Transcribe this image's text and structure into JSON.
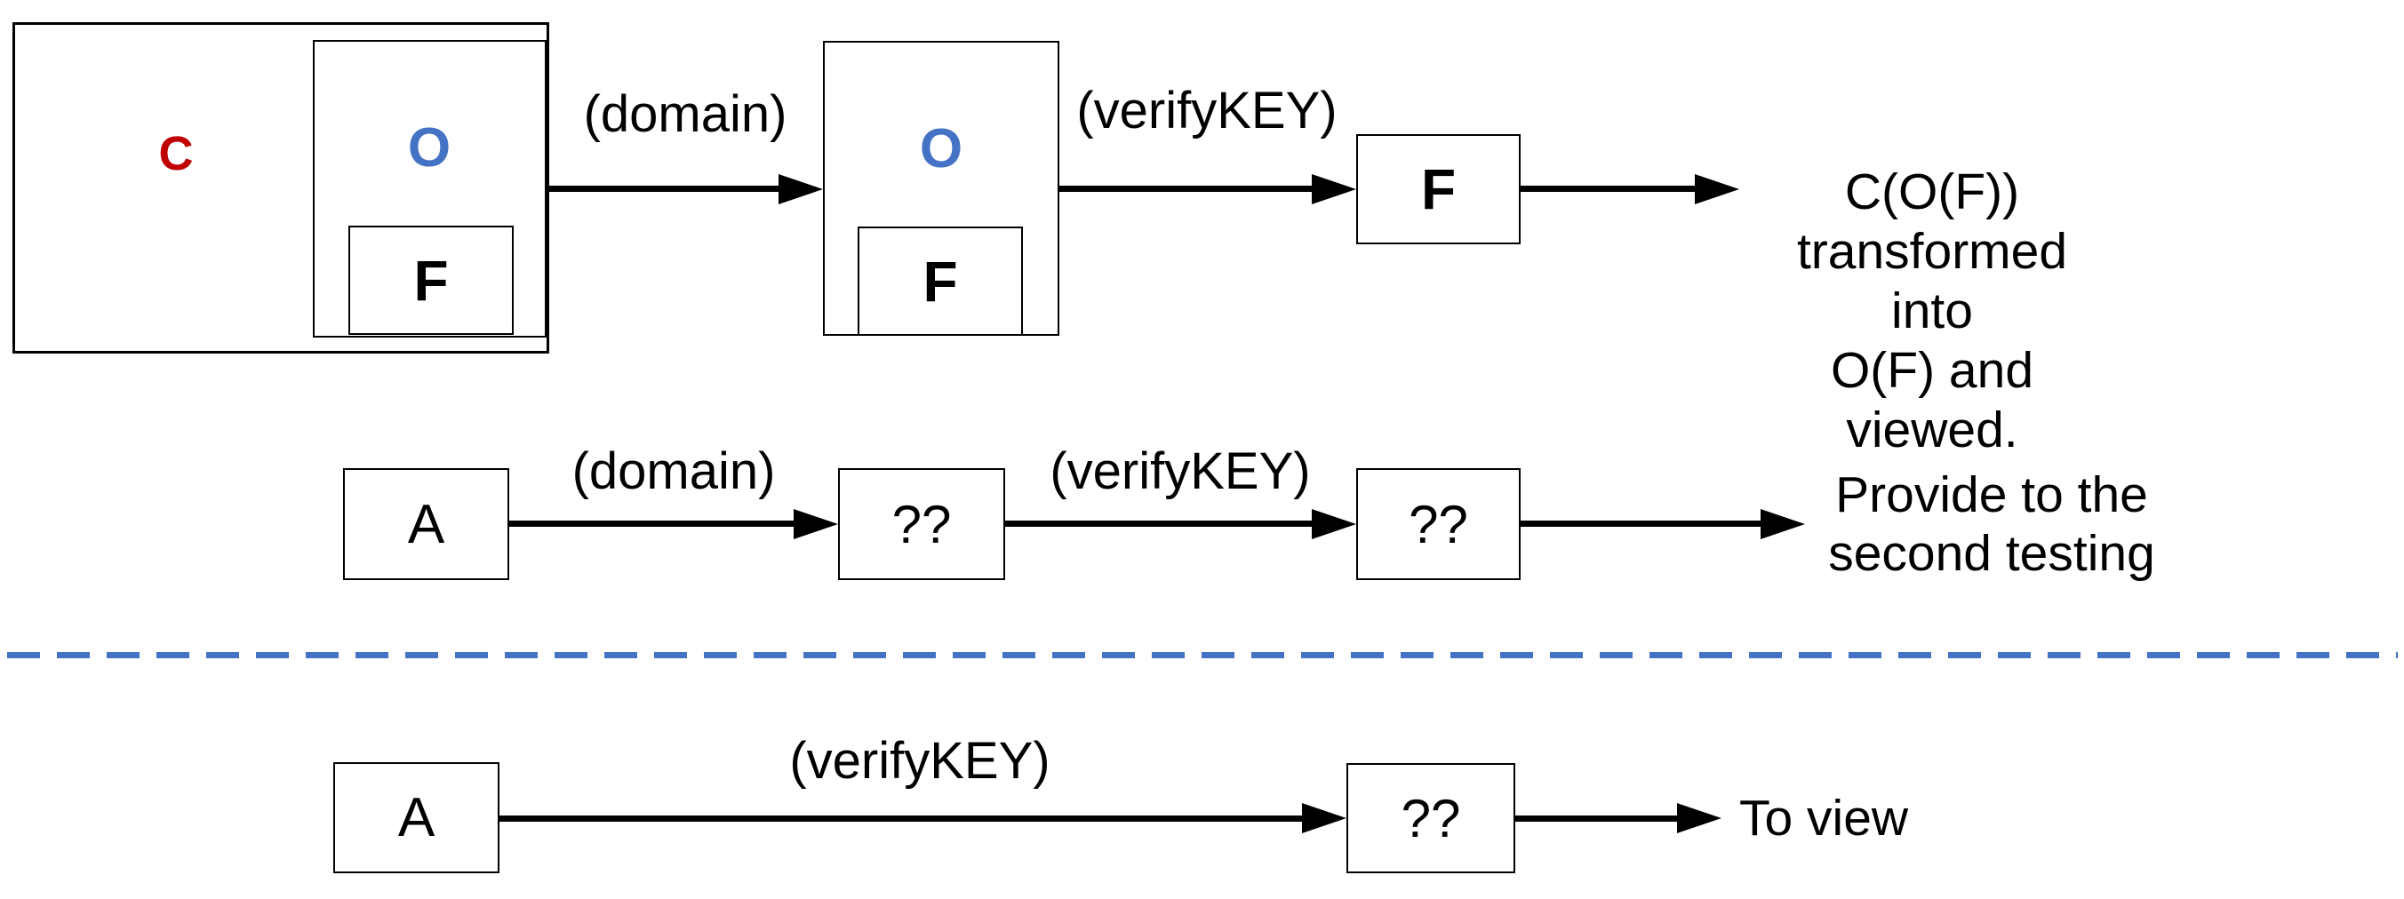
{
  "colors": {
    "c_letter": "#C00000",
    "o_letter": "#4472C4",
    "divider": "#4472C4",
    "lines": "#000000"
  },
  "row1": {
    "c": "C",
    "o1": "O",
    "f1": "F",
    "o2": "O",
    "f2": "F",
    "f3": "F",
    "arrow1_label": "(domain)",
    "arrow2_label": "(verifyKEY)",
    "result_line1": "C(O(F)) transformed into",
    "result_line2": "O(F) and viewed."
  },
  "row2": {
    "a": "A",
    "q1": "??",
    "q2": "??",
    "arrow1_label": "(domain)",
    "arrow2_label": "(verifyKEY)",
    "result_line1": "Provide to the",
    "result_line2": "second testing"
  },
  "row3": {
    "a": "A",
    "q": "??",
    "arrow_label": "(verifyKEY)",
    "result": "To view"
  }
}
